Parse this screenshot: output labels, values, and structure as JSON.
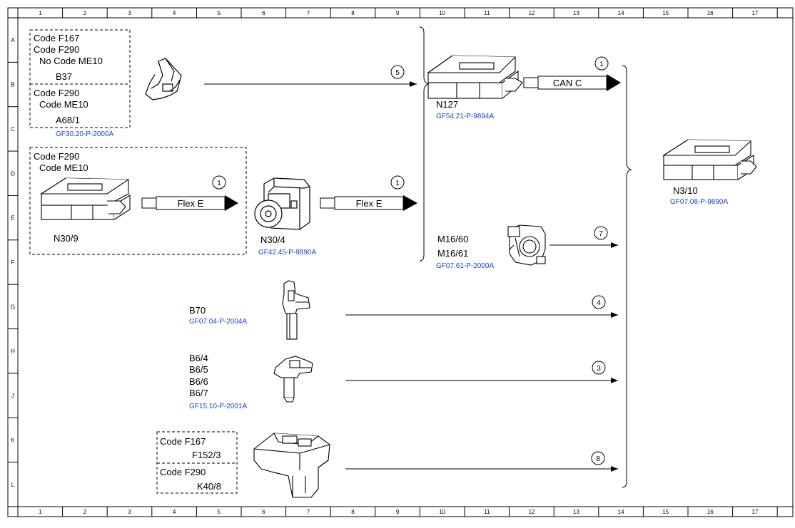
{
  "grid": {
    "columns": [
      "1",
      "2",
      "3",
      "4",
      "5",
      "6",
      "7",
      "8",
      "9",
      "10",
      "11",
      "12",
      "13",
      "14",
      "15",
      "16",
      "17"
    ],
    "rows": [
      "A",
      "B",
      "C",
      "D",
      "E",
      "F",
      "G",
      "H",
      "J",
      "K",
      "L"
    ]
  },
  "colors": {
    "line": "#000000",
    "reference": "#1a3fd6"
  },
  "groups": {
    "b37": {
      "code_a": "Code F167",
      "code_b": "Code F290",
      "code_c": "No Code ME10",
      "name": "B37"
    },
    "a68": {
      "code_a": "Code F290",
      "code_b": "Code ME10",
      "name": "A68/1",
      "ref": "GF30.20-P-2000A"
    },
    "n30_9": {
      "code_a": "Code F290",
      "code_b": "Code ME10",
      "name": "N30/9"
    },
    "f152": {
      "code": "Code F167",
      "name": "F152/3"
    },
    "k40": {
      "code": "Code F290",
      "name": "K40/8"
    }
  },
  "components": {
    "n30_4": {
      "name": "N30/4",
      "ref": "GF42.45-P-9890A"
    },
    "n127": {
      "name": "N127",
      "ref": "GF54.21-P-9894A"
    },
    "m16": {
      "name_a": "M16/60",
      "name_b": "M16/61",
      "ref": "GF07.61-P-2000A"
    },
    "b70": {
      "name": "B70",
      "ref": "GF07.04-P-2004A"
    },
    "b6": {
      "name_a": "B6/4",
      "name_b": "B6/5",
      "name_c": "B6/6",
      "name_d": "B6/7",
      "ref": "GF15.10-P-2001A"
    },
    "n3_10": {
      "name": "N3/10",
      "ref": "GF07.08-P-9890A"
    }
  },
  "buses": {
    "flex_e": "Flex E",
    "can_c": "CAN C"
  },
  "markers": {
    "m1": "1",
    "m3": "3",
    "m4": "4",
    "m5": "5",
    "m7": "7",
    "m8": "8"
  }
}
